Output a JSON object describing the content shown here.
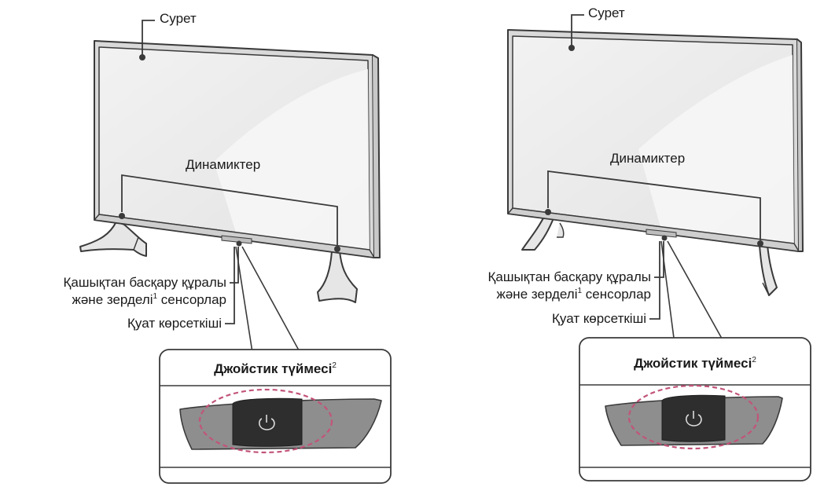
{
  "left_tv": {
    "labels": {
      "picture": "Сурет",
      "speakers": "Динамиктер",
      "sensor_line1": "Қашықтан басқару құралы",
      "sensor_line2_prefix": "және зерделі",
      "sensor_line2_sup": "1",
      "sensor_line2_suffix": " сенсорлар",
      "power_indicator": "Қуат көрсеткіші"
    },
    "detail_box": {
      "title": "Джойстик түймесі",
      "title_sup": "2"
    }
  },
  "right_tv": {
    "labels": {
      "picture": "Сурет",
      "speakers": "Динамиктер",
      "sensor_line1": "Қашықтан басқару құралы",
      "sensor_line2_prefix": "және зерделі",
      "sensor_line2_sup": "1",
      "sensor_line2_suffix": " сенсорлар",
      "power_indicator": "Қуат көрсеткіші"
    },
    "detail_box": {
      "title": "Джойстик түймесі",
      "title_sup": "2"
    }
  },
  "colors": {
    "outline": "#3a3a3a",
    "frame": "#d9d9d9",
    "screen": "#e9e9e9",
    "joystick_body": "#8e8e8e",
    "joystick_button": "#2e2e2e",
    "highlight_dash": "#c2547a"
  }
}
